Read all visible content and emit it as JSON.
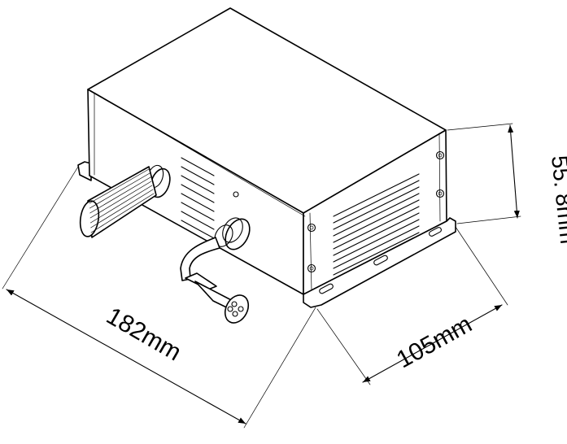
{
  "dimensions": {
    "length_label": "182mm",
    "width_label": "105mm",
    "height_label": "55. 8mm"
  }
}
